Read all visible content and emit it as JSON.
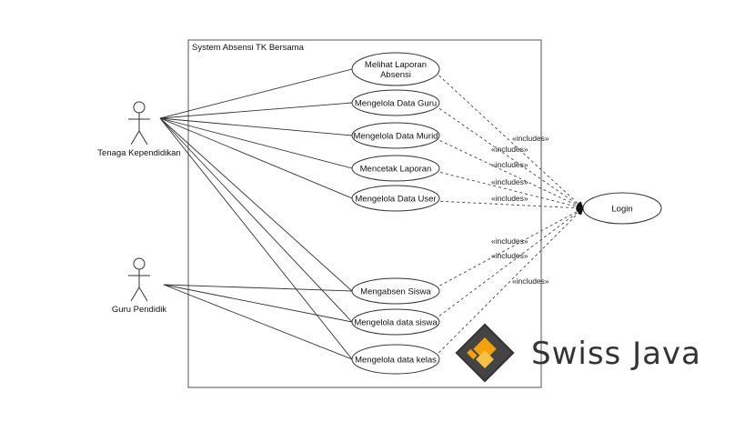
{
  "system": {
    "title": "System Absensi TK Bersama"
  },
  "actors": [
    {
      "id": "tenaga",
      "label": "Tenaga Kependidikan"
    },
    {
      "id": "guru",
      "label": "Guru Pendidik"
    }
  ],
  "use_cases": [
    {
      "id": "uc1",
      "lines": [
        "Melihat Laporan",
        "Absensi"
      ]
    },
    {
      "id": "uc2",
      "lines": [
        "Mengelola Data Guru"
      ]
    },
    {
      "id": "uc3",
      "lines": [
        "Mengelola Data Murid"
      ]
    },
    {
      "id": "uc4",
      "lines": [
        "Mencetak Laporan"
      ]
    },
    {
      "id": "uc5",
      "lines": [
        "Mengelola Data User"
      ]
    },
    {
      "id": "uc6",
      "lines": [
        "Mengabsen Siswa"
      ]
    },
    {
      "id": "uc7",
      "lines": [
        "Mengelola data siswa"
      ]
    },
    {
      "id": "uc8",
      "lines": [
        "Mengelola data kelas"
      ]
    },
    {
      "id": "login",
      "lines": [
        "Login"
      ]
    }
  ],
  "associations": [
    [
      "tenaga",
      "uc1"
    ],
    [
      "tenaga",
      "uc2"
    ],
    [
      "tenaga",
      "uc3"
    ],
    [
      "tenaga",
      "uc4"
    ],
    [
      "tenaga",
      "uc5"
    ],
    [
      "tenaga",
      "uc6"
    ],
    [
      "tenaga",
      "uc7"
    ],
    [
      "tenaga",
      "uc8"
    ],
    [
      "guru",
      "uc6"
    ],
    [
      "guru",
      "uc7"
    ],
    [
      "guru",
      "uc8"
    ]
  ],
  "include_label": "«includes»",
  "includes": [
    "uc1",
    "uc2",
    "uc3",
    "uc4",
    "uc5",
    "uc6",
    "uc7",
    "uc8"
  ],
  "brand": {
    "name": "Swiss Java"
  }
}
